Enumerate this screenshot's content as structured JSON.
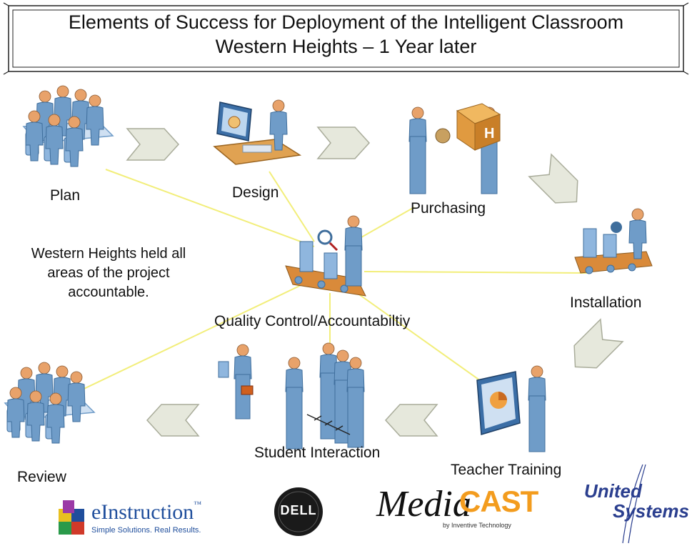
{
  "title": {
    "line1": "Elements of Success for Deployment of the Intelligent Classroom",
    "line2": "Western Heights – 1 Year later"
  },
  "stages": {
    "plan": "Plan",
    "design": "Design",
    "purchasing": "Purchasing",
    "installation": "Installation",
    "teacher_training": "Teacher Training",
    "student_interaction": "Student Interaction",
    "review": "Review",
    "quality": "Quality Control/Accountabiltiy"
  },
  "note": {
    "line1": "Western Heights held all",
    "line2": "areas of the project",
    "line3": "accountable."
  },
  "logos": {
    "einstruction_name": "eInstruction",
    "einstruction_tm": "™",
    "einstruction_tagline": "Simple Solutions. Real Results.",
    "dell": "DELL",
    "mediacast_media": "Media",
    "mediacast_cast": "CAST",
    "mediacast_tagline": "by Inventive Technology",
    "united_line1": "United",
    "united_line2": "Systems"
  },
  "colors": {
    "connector": "#f2ee7a",
    "arrow_fill": "#e6e8dc",
    "arrow_stroke": "#a9ac9a",
    "person": "#6f9cc8",
    "person_dark": "#3f6e9c",
    "skin": "#e8a26a",
    "conveyor": "#d98a3a",
    "einstruction_blue": "#1f4e9c",
    "mediacast_orange": "#f39c1e",
    "united_blue": "#2b3f8f"
  }
}
